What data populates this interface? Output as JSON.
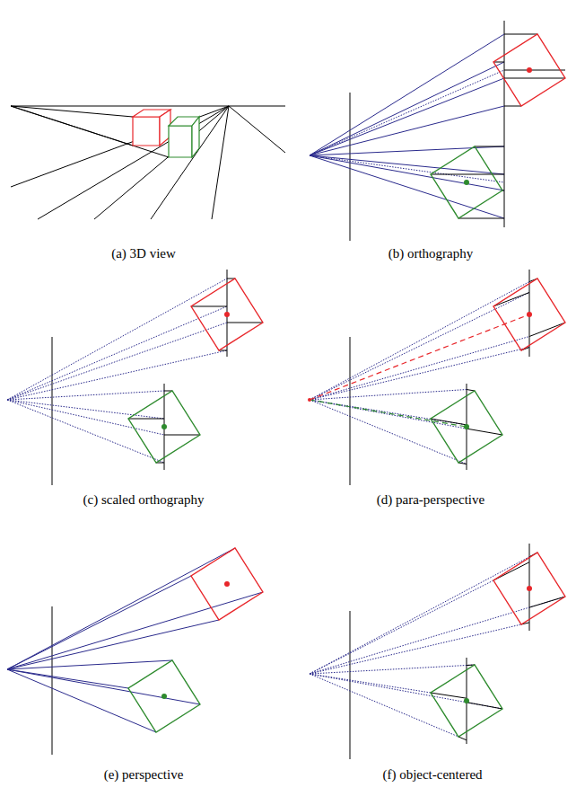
{
  "diagram": {
    "labels": [
      "(a) 3D view",
      "(b) orthography",
      "(c) scaled orthography",
      "(d) para-perspective",
      "(e) perspective",
      "(f) object-centered"
    ]
  }
}
